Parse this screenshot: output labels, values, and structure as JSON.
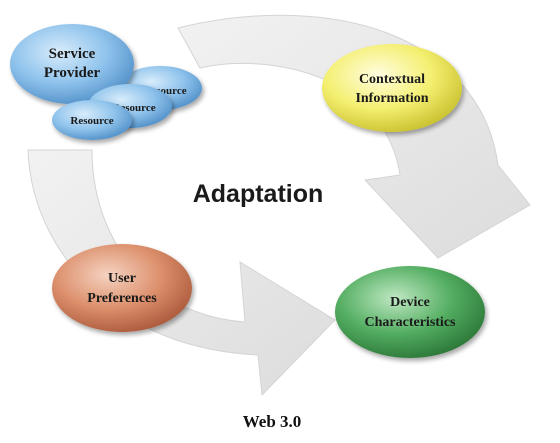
{
  "diagram": {
    "center_label": "Adaptation",
    "caption": "Web 3.0",
    "nodes": {
      "service_provider": {
        "line1": "Service",
        "line2": "Provider"
      },
      "resource_back": {
        "label": "Resource"
      },
      "resource_middle": {
        "label": "Resource"
      },
      "resource_front": {
        "label": "Resource"
      },
      "contextual_information": {
        "line1": "Contextual",
        "line2": "Information"
      },
      "user_preferences": {
        "line1": "User",
        "line2": "Preferences"
      },
      "device_characteristics": {
        "line1": "Device",
        "line2": "Characteristics"
      }
    },
    "colors": {
      "blue": "#7fb7e6",
      "yellow": "#f3ef6a",
      "orange": "#d98a66",
      "green": "#4aa55a",
      "arrow": "#e6e6e6"
    }
  }
}
